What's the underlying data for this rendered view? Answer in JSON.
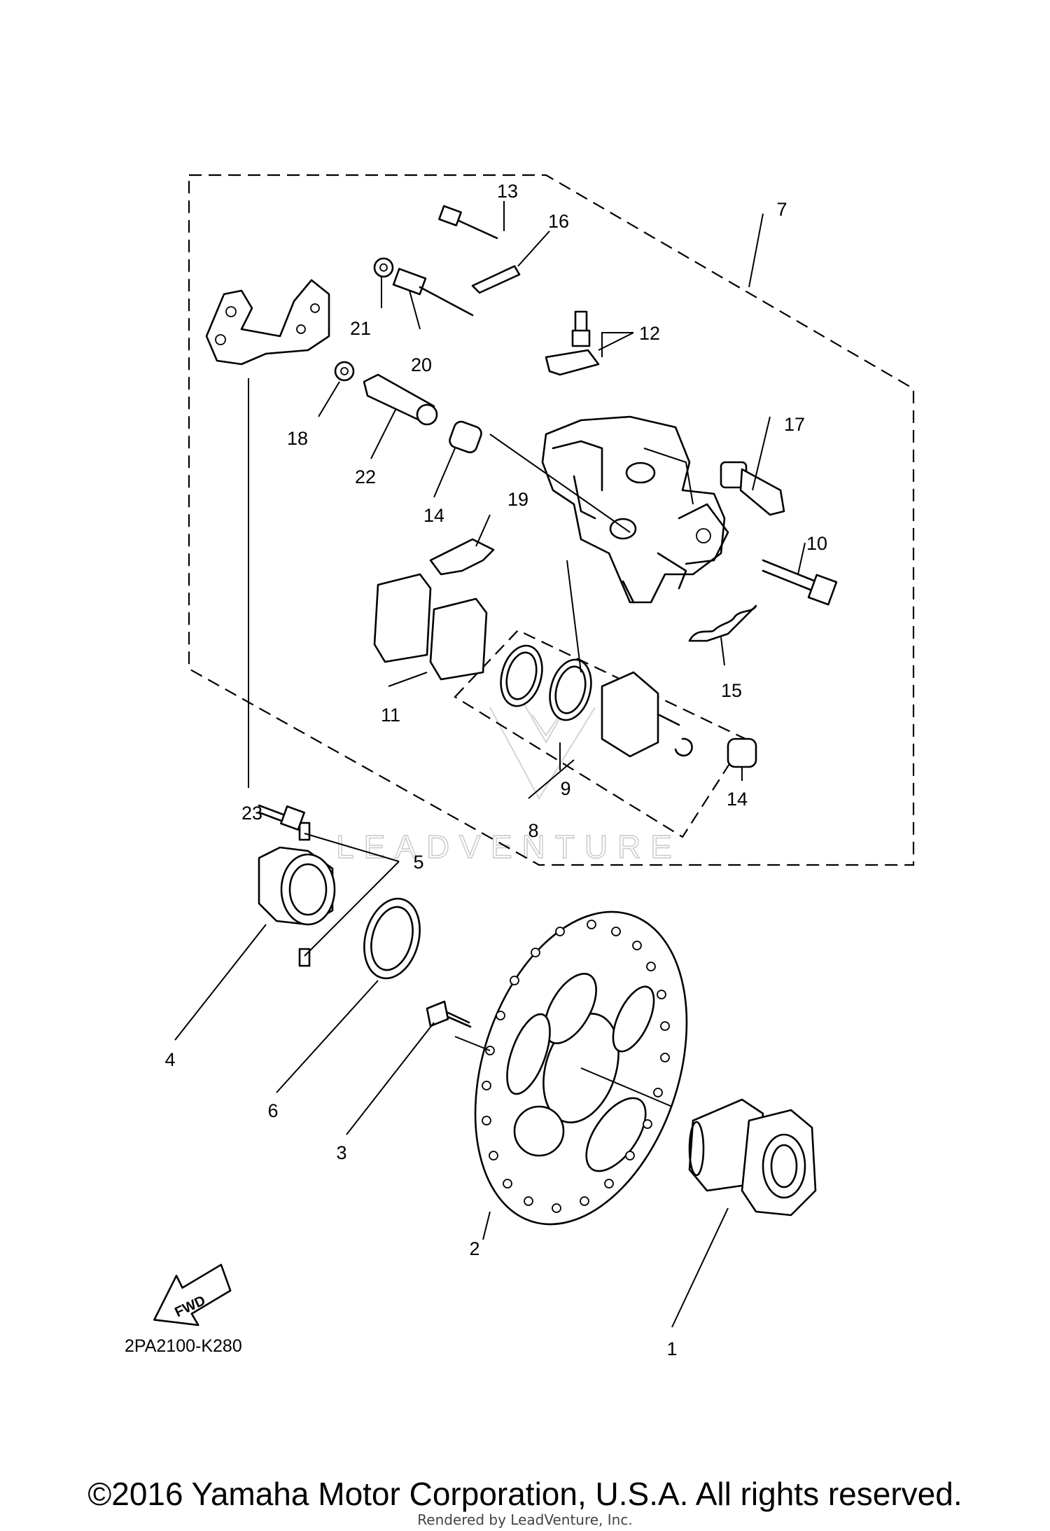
{
  "diagram": {
    "callouts": {
      "c1": "1",
      "c2": "2",
      "c3": "3",
      "c4": "4",
      "c5": "5",
      "c6": "6",
      "c7": "7",
      "c8": "8",
      "c9": "9",
      "c10": "10",
      "c11": "11",
      "c12": "12",
      "c13": "13",
      "c14a": "14",
      "c14b": "14",
      "c15": "15",
      "c16": "16",
      "c17": "17",
      "c18": "18",
      "c19": "19",
      "c20": "20",
      "c21": "21",
      "c22": "22",
      "c23": "23"
    },
    "direction_label": "FWD",
    "diagram_code": "2PA2100-K280",
    "watermark": "LEADVENTURE"
  },
  "footer": {
    "copyright": "©2016 Yamaha Motor Corporation, U.S.A. All rights reserved.",
    "rendered_by": "Rendered by LeadVenture, Inc."
  },
  "colors": {
    "line": "#000000",
    "background": "#ffffff",
    "watermark": "#c8c8c8"
  },
  "icons": [
    "fwd-arrow-icon"
  ]
}
